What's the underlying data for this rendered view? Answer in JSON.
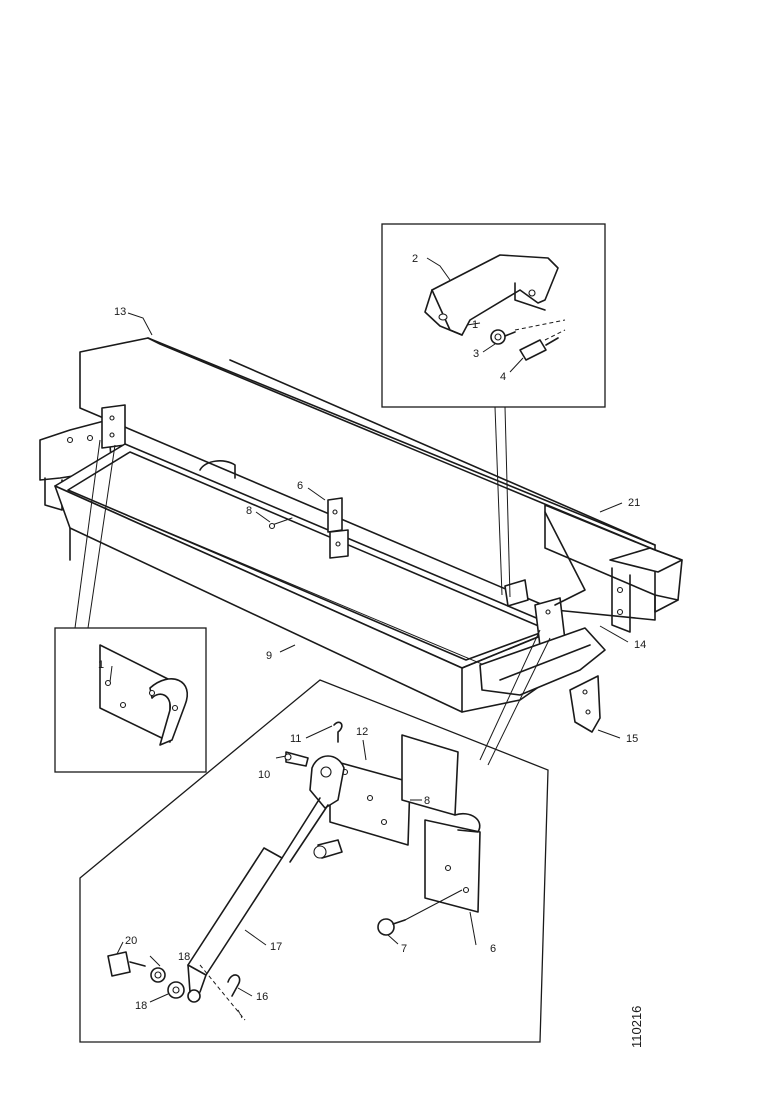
{
  "callouts": {
    "c1": "1",
    "c2": "2",
    "c3": "3",
    "c4": "4",
    "c6a": "6",
    "c6b": "6",
    "c7": "7",
    "c8a": "8",
    "c8b": "8",
    "c9": "9",
    "c10": "10",
    "c11": "11",
    "c12": "12",
    "c13": "13",
    "c14": "14",
    "c15": "15",
    "c16": "16",
    "c17": "17",
    "c18a": "18",
    "c18b": "18",
    "c20": "20",
    "c21": "21"
  },
  "detail_callouts": {
    "c1": "1"
  },
  "figure_number": "110216"
}
